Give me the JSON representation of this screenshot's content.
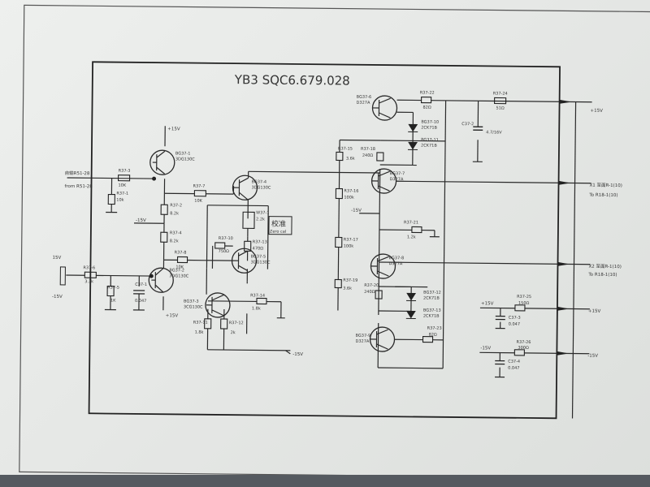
{
  "drawing": {
    "title": "YB3 SQC6.679.028",
    "boxed_note": "校准",
    "boxed_note_2": "Zero cal"
  },
  "terminals": {
    "in_top_1": "自输R51-28",
    "in_top_2": "from R51-28",
    "in_left": "15V",
    "in_left_neg": "-15V",
    "out_1": "+15V",
    "out_2": "X1 至面R-1(10)",
    "out_2b": "To R18-1(10)",
    "out_3": "X2 至面R-1(10)",
    "out_3b": "To R18-1(10)",
    "out_4": "+15V",
    "out_5": "-15V",
    "supply_pos": "+15V",
    "supply_neg": "-15V",
    "rail_top": "+15V",
    "rail_mid": "-15V",
    "rail_bottom": "-15V",
    "rail_low_left": "+15V",
    "rail_right_low": "-15V"
  },
  "components": {
    "r37_3": "R37-3",
    "r37_3v": "10K",
    "r37_1": "R37-1",
    "r37_1v": "10k",
    "bg37_1": "BG37-1",
    "bg37_1t": "3DG130C",
    "r37_7": "R37-7",
    "r37_7v": "10K",
    "r37_2": "R37-2",
    "r37_2v": "8.2k",
    "r37_4": "R37-4",
    "r37_4v": "8.2k",
    "bg37_4": "BG37-4",
    "bg37_4t": "3DG130C",
    "w37_1": "W37-1",
    "w37_1v": "2.2k",
    "r37_10": "R37-10",
    "r37_10v": "750Ω",
    "r37_13": "R37-13",
    "r37_13v": "470Ω",
    "r37_8": "R37-8",
    "r37_8v": "10K",
    "bg37_5": "BG37-5",
    "bg37_5t": "3DG130C",
    "r37_6": "R37-6",
    "r37_6v": "3.3k",
    "r37_5": "R37-5",
    "r37_5v": "1K",
    "c37_1": "C37-1",
    "c37_1v": "0.047",
    "bg37_2": "BG37-2",
    "bg37_2t": "3DG130C",
    "bg37_3": "BG37-3",
    "bg37_3t": "3CG130C",
    "r37_14": "R37-14",
    "r37_14v": "1.8k",
    "r37_11": "R37-11",
    "r37_11v": "1.8k",
    "r37_12": "R37-12",
    "r37_12v": "2k",
    "bg37_6": "BG37-6",
    "bg37_6t": "D327A",
    "r37_22": "R37-22",
    "r37_22v": "82Ω",
    "d37_10": "BG37-10",
    "d37_10t": "2CK71B",
    "d37_11": "BG37-11",
    "d37_11t": "2CK71B",
    "r37_24": "R37-24",
    "r37_24v": "51Ω",
    "c37_2": "C37-2",
    "c37_2v": "4.7/16V",
    "r37_15": "R37-15",
    "r37_15v": "3.6k",
    "r37_18": "R37-18",
    "r37_18v": "240Ω",
    "bg37_7": "BG37-7",
    "bg37_7t": "D327A",
    "r37_16": "R37-16",
    "r37_16v": "100k",
    "r37_21": "R37-21",
    "r37_21v": "1.2k",
    "r37_17": "R37-17",
    "r37_17v": "100k",
    "bg37_8": "BG37-8",
    "bg37_8t": "D327A",
    "r37_19": "R37-19",
    "r37_19v": "3.6k",
    "r37_20": "R37-20",
    "r37_20v": "240Ω",
    "d37_12": "BG37-12",
    "d37_12t": "2CK71B",
    "d37_13": "BG37-13",
    "d37_13t": "2CK71B",
    "r37_23": "R37-23",
    "r37_23v": "82Ω",
    "bg37_9": "BG37-9",
    "bg37_9t": "D327A",
    "r37_25": "R37-25",
    "r37_25v": "150Ω",
    "c37_3": "C37-3",
    "c37_3v": "0.047",
    "r37_26": "R37-26",
    "r37_26v": "300Ω",
    "c37_4": "C37-4",
    "c37_4v": "0.047"
  }
}
